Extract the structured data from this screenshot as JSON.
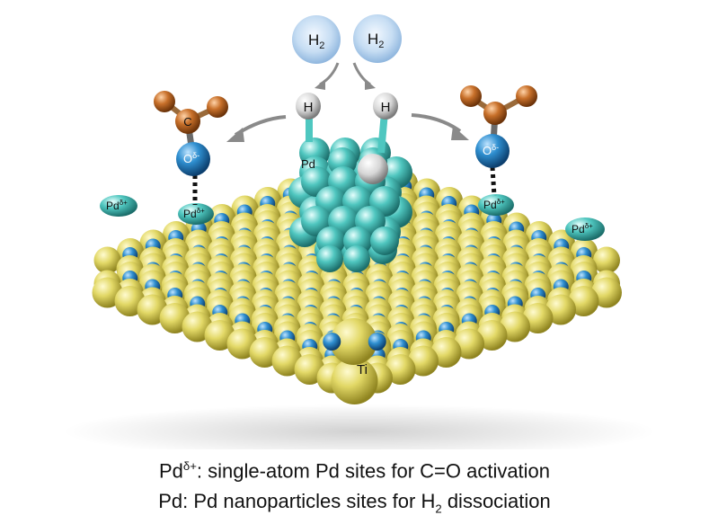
{
  "molecules": {
    "h2_left": "H",
    "h2_left_sub": "2",
    "h2_right": "H",
    "h2_right_sub": "2",
    "h_left": "H",
    "h_right": "H",
    "pd_cluster": "Pd",
    "carbon": "C",
    "oxygen_left": "O",
    "oxygen_right": "O",
    "delta_minus": "δ-",
    "pd_site_base": "Pd",
    "delta_plus": "δ+",
    "ti": "Ti"
  },
  "caption": {
    "line1_prefix": "Pd",
    "line1_sup": "δ+",
    "line1_text": ": single-atom Pd sites for C=O activation",
    "line2_text_a": "Pd: Pd nanoparticles sites for H",
    "line2_sub": "2",
    "line2_text_b": " dissociation"
  },
  "colors": {
    "ti": "#d9cf5a",
    "o": "#2e86c1",
    "pd": "#4ec7c0",
    "c": "#c46a24",
    "h": "#d8d8d8",
    "h2_bubble": "#bcd7f0"
  }
}
